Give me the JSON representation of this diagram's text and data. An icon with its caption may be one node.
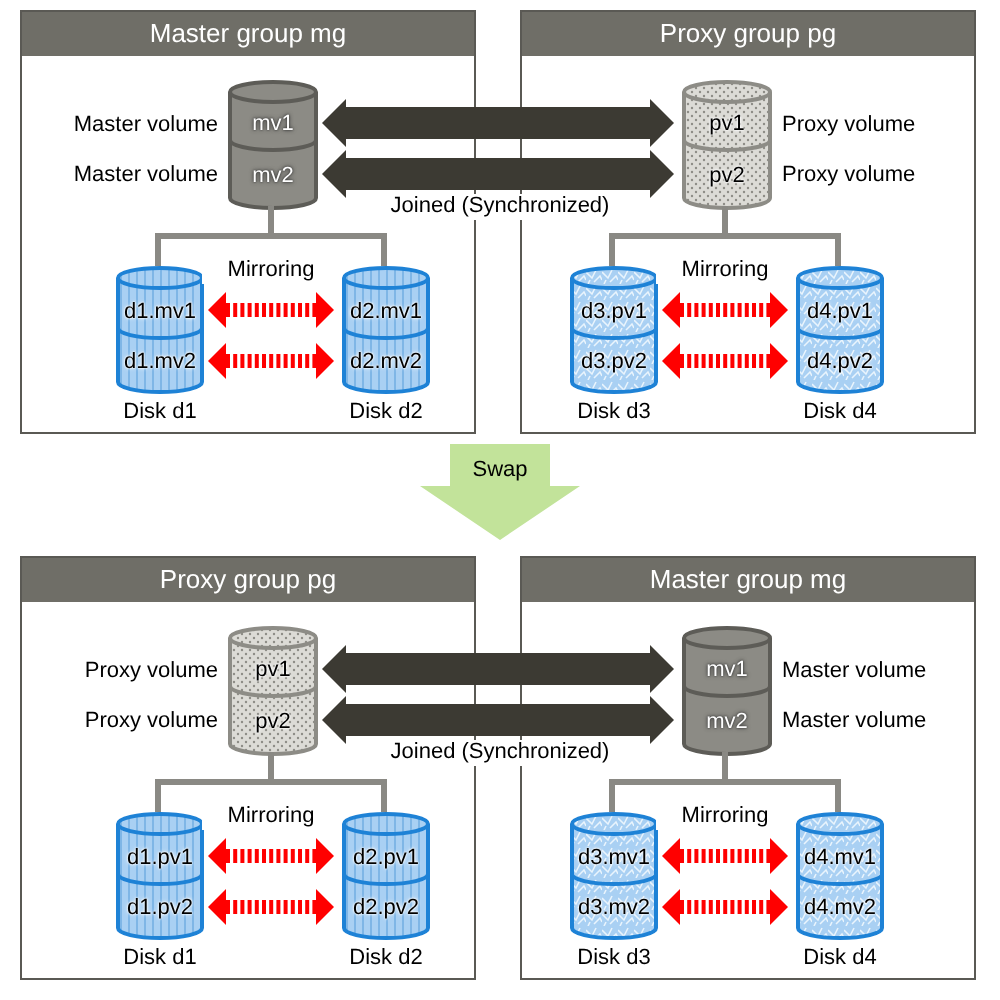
{
  "diagram": {
    "nodes": [
      {
        "text": [
          "Master group mg"
        ]
      },
      {
        "text": [],
        "shape": "cylinder",
        "in": 0
      },
      {
        "text": [
          "mv1"
        ],
        "in": 1,
        "beside": [
          "Master volume"
        ]
      },
      {
        "text": [
          "mv2"
        ],
        "in": 1,
        "beside": [
          "Master volume"
        ]
      },
      {
        "text": [],
        "shape": "cylinder",
        "in": 0,
        "beside": [
          "Disk d1"
        ]
      },
      {
        "text": [
          "d1.mv1"
        ],
        "in": 4
      },
      {
        "text": [
          "d1.mv2"
        ],
        "in": 4
      },
      {
        "text": [],
        "shape": "cylinder",
        "in": 0,
        "beside": [
          "Disk d2"
        ]
      },
      {
        "text": [
          "d2.mv1"
        ],
        "in": 7
      },
      {
        "text": [
          "d2.mv2"
        ],
        "in": 7
      },
      {
        "text": [
          "Proxy group pg"
        ]
      },
      {
        "text": [],
        "shape": "cylinder",
        "in": 10
      },
      {
        "text": [
          "pv1"
        ],
        "in": 11,
        "beside": [
          "Proxy volume"
        ]
      },
      {
        "text": [
          "pv2"
        ],
        "in": 11,
        "beside": [
          "Proxy volume"
        ]
      },
      {
        "text": [],
        "shape": "cylinder",
        "in": 10,
        "beside": [
          "Disk d3"
        ]
      },
      {
        "text": [
          "d3.pv1"
        ],
        "in": 14
      },
      {
        "text": [
          "d3.pv2"
        ],
        "in": 14
      },
      {
        "text": [],
        "shape": "cylinder",
        "in": 10,
        "beside": [
          "Disk d4"
        ]
      },
      {
        "text": [
          "d4.pv1"
        ],
        "in": 17
      },
      {
        "text": [
          "d4.pv2"
        ],
        "in": 17
      },
      {
        "text": [
          "Swap"
        ]
      },
      {
        "text": [
          "Proxy group pg"
        ]
      },
      {
        "text": [],
        "shape": "cylinder",
        "in": 21
      },
      {
        "text": [
          "pv1"
        ],
        "in": 22,
        "beside": [
          "Proxy volume"
        ]
      },
      {
        "text": [
          "pv2"
        ],
        "in": 22,
        "beside": [
          "Proxy volume"
        ]
      },
      {
        "text": [],
        "shape": "cylinder",
        "in": 21,
        "beside": [
          "Disk d1"
        ]
      },
      {
        "text": [
          "d1.pv1"
        ],
        "in": 25
      },
      {
        "text": [
          "d1.pv2"
        ],
        "in": 25
      },
      {
        "text": [],
        "shape": "cylinder",
        "in": 21,
        "beside": [
          "Disk d2"
        ]
      },
      {
        "text": [
          "d2.pv1"
        ],
        "in": 28
      },
      {
        "text": [
          "d2.pv2"
        ],
        "in": 28
      },
      {
        "text": [
          "Master group mg"
        ]
      },
      {
        "text": [],
        "shape": "cylinder",
        "in": 31
      },
      {
        "text": [
          "mv1"
        ],
        "in": 32,
        "beside": [
          "Master volume"
        ]
      },
      {
        "text": [
          "mv2"
        ],
        "in": 32,
        "beside": [
          "Master volume"
        ]
      },
      {
        "text": [],
        "shape": "cylinder",
        "in": 31,
        "beside": [
          "Disk d3"
        ]
      },
      {
        "text": [
          "d3.mv1"
        ],
        "in": 35
      },
      {
        "text": [
          "d3.mv2"
        ],
        "in": 35
      },
      {
        "text": [],
        "shape": "cylinder",
        "in": 31,
        "beside": [
          "Disk d4"
        ]
      },
      {
        "text": [
          "d4.mv1"
        ],
        "in": 38
      },
      {
        "text": [
          "d4.mv2"
        ],
        "in": 38
      }
    ],
    "edges": [
      {
        "from": 1,
        "to": 4,
        "arrow": "none"
      },
      {
        "from": 1,
        "to": 7,
        "arrow": "none"
      },
      {
        "from": 5,
        "to": 8,
        "arrow": "both",
        "style": "dashed",
        "color": "#ff0000"
      },
      {
        "from": 6,
        "to": 9,
        "arrow": "both",
        "style": "dashed",
        "color": "#ff0000"
      },
      {
        "from": 2,
        "to": 12,
        "arrow": "both",
        "style": "thick",
        "color": "#3c3a33"
      },
      {
        "from": 3,
        "to": 13,
        "arrow": "both",
        "style": "thick",
        "color": "#3c3a33"
      },
      {
        "from": 11,
        "to": 14,
        "arrow": "none"
      },
      {
        "from": 11,
        "to": 17,
        "arrow": "none"
      },
      {
        "from": 15,
        "to": 18,
        "arrow": "both",
        "style": "dashed",
        "color": "#ff0000"
      },
      {
        "from": 16,
        "to": 19,
        "arrow": "both",
        "style": "dashed",
        "color": "#ff0000"
      },
      {
        "from": 22,
        "to": 25,
        "arrow": "none"
      },
      {
        "from": 22,
        "to": 28,
        "arrow": "none"
      },
      {
        "from": 26,
        "to": 29,
        "arrow": "both",
        "style": "dashed",
        "color": "#ff0000"
      },
      {
        "from": 27,
        "to": 30,
        "arrow": "both",
        "style": "dashed",
        "color": "#ff0000"
      },
      {
        "from": 23,
        "to": 33,
        "arrow": "both",
        "style": "thick",
        "color": "#3c3a33"
      },
      {
        "from": 24,
        "to": 34,
        "arrow": "both",
        "style": "thick",
        "color": "#3c3a33"
      },
      {
        "from": 32,
        "to": 35,
        "arrow": "none"
      },
      {
        "from": 32,
        "to": 38,
        "arrow": "none"
      },
      {
        "from": 36,
        "to": 39,
        "arrow": "both",
        "style": "dashed",
        "color": "#ff0000"
      },
      {
        "from": 37,
        "to": 40,
        "arrow": "both",
        "style": "dashed",
        "color": "#ff0000"
      }
    ],
    "labels": [
      "Joined (Synchronized)",
      "Mirroring",
      "Mirroring",
      "Joined (Synchronized)",
      "Mirroring",
      "Mirroring"
    ]
  }
}
